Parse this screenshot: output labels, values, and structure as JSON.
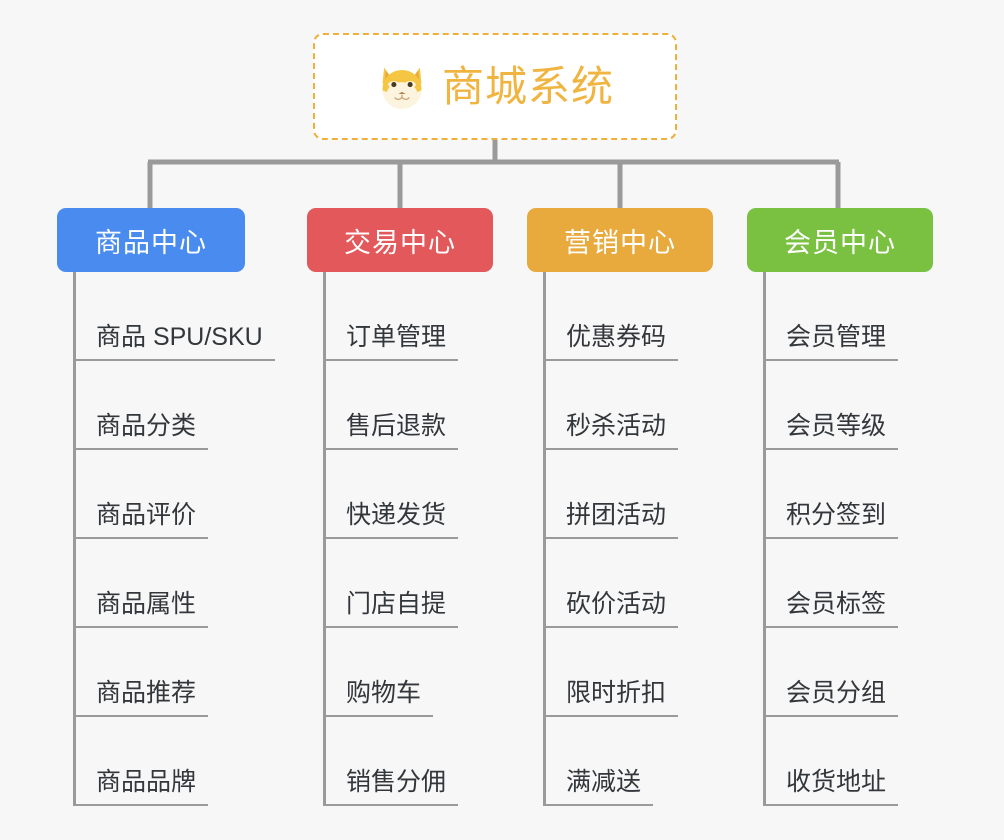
{
  "root": {
    "title": "商城系统",
    "icon": "shiba-dog-icon",
    "border_color": "#eeb03a",
    "text_color": "#f0b440",
    "background": "#ffffff"
  },
  "page": {
    "background": "#f7f7f7",
    "connector_color": "#9a9a9a"
  },
  "branches": [
    {
      "title": "商品中心",
      "color": "#4a8bf0",
      "items": [
        "商品 SPU/SKU",
        "商品分类",
        "商品评价",
        "商品属性",
        "商品推荐",
        "商品品牌"
      ]
    },
    {
      "title": "交易中心",
      "color": "#e2585b",
      "items": [
        "订单管理",
        "售后退款",
        "快递发货",
        "门店自提",
        "购物车",
        "销售分佣"
      ]
    },
    {
      "title": "营销中心",
      "color": "#e8a93d",
      "items": [
        "优惠券码",
        "秒杀活动",
        "拼团活动",
        "砍价活动",
        "限时折扣",
        "满减送"
      ]
    },
    {
      "title": "会员中心",
      "color": "#7ac142",
      "items": [
        "会员管理",
        "会员等级",
        "积分签到",
        "会员标签",
        "会员分组",
        "收货地址"
      ]
    }
  ]
}
